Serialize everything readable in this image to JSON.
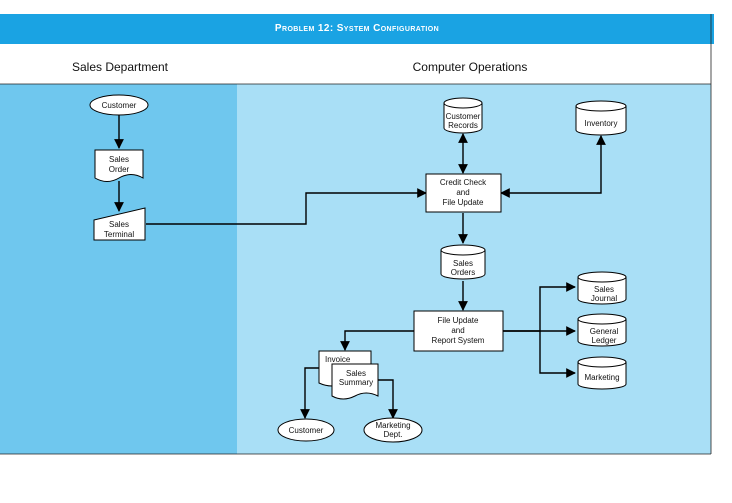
{
  "title": "Problem 12: System Configuration",
  "columns": {
    "sales": "Sales Department",
    "operations": "Computer Operations"
  },
  "nodes": {
    "customer_top": [
      "Customer"
    ],
    "sales_order": [
      "Sales",
      "Order"
    ],
    "sales_terminal": [
      "Sales",
      "Terminal"
    ],
    "customer_records": [
      "Customer",
      "Records"
    ],
    "inventory": [
      "Inventory"
    ],
    "credit_check": [
      "Credit Check",
      "and",
      "File Update"
    ],
    "sales_orders": [
      "Sales",
      "Orders"
    ],
    "file_update_report": [
      "File Update",
      "and",
      "Report System"
    ],
    "sales_journal": [
      "Sales",
      "Journal"
    ],
    "general_ledger": [
      "General",
      "Ledger"
    ],
    "marketing": [
      "Marketing"
    ],
    "invoice": [
      "Invoice"
    ],
    "sales_summary": [
      "Sales",
      "Summary"
    ],
    "customer_bottom": [
      "Customer"
    ],
    "marketing_dept": [
      "Marketing",
      "Dept."
    ]
  }
}
